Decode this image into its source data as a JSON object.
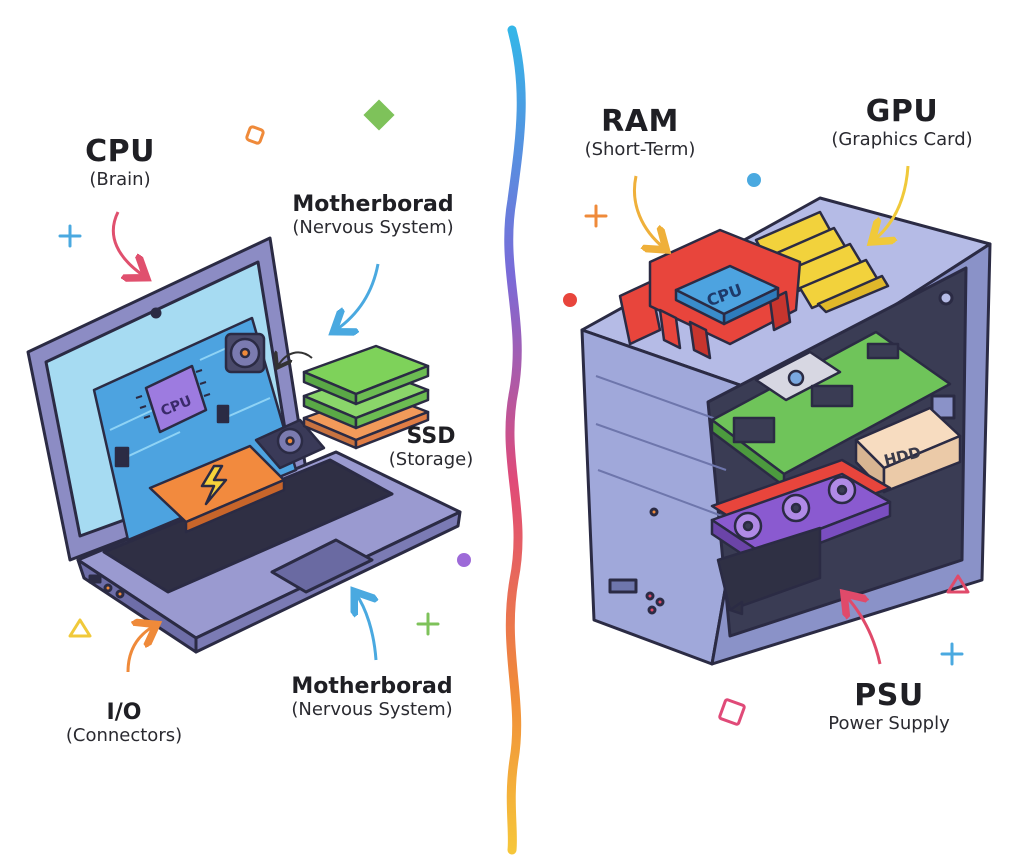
{
  "chips": {
    "laptop_cpu": "CPU",
    "desktop_cpu": "CPU",
    "hdd": "HDD"
  },
  "labels": {
    "cpu": {
      "title": "CPU",
      "subtitle": "(Brain)"
    },
    "motherboard_top": {
      "title": "Motherborad",
      "subtitle": "(Nervous System)"
    },
    "ssd": {
      "title": "SSD",
      "subtitle": "(Storage)"
    },
    "io": {
      "title": "I/O",
      "subtitle": "(Connectors)"
    },
    "motherboard_bottom": {
      "title": "Motherborad",
      "subtitle": "(Nervous System)"
    },
    "ram": {
      "title": "RAM",
      "subtitle": "(Short-Term)"
    },
    "gpu": {
      "title": "GPU",
      "subtitle": "(Graphics Card)"
    },
    "psu": {
      "title": "PSU",
      "subtitle": "Power Supply"
    }
  },
  "colors": {
    "cpu_arrow": "#e0506e",
    "motherboard_arrow": "#4aa9e0",
    "io_arrow": "#ef8a3a",
    "ram_arrow": "#efb03a",
    "gpu_arrow": "#f0c93a",
    "psu_arrow": "#e04a6a",
    "laptop_body": "#8f8fc8",
    "desktop_case": "#9aa3d6",
    "board": "#4da3e0",
    "ssd": "#7ed25a",
    "ram_sticks": "#f2d23c",
    "heatsink": "#e8453c",
    "gpu_card": "#8a5ad0"
  },
  "icons": [
    "lightning-icon",
    "fan-icon",
    "cpu-chip-icon",
    "hdd-icon",
    "plus-icon",
    "circle-icon",
    "triangle-icon",
    "square-icon",
    "diamond-icon"
  ]
}
